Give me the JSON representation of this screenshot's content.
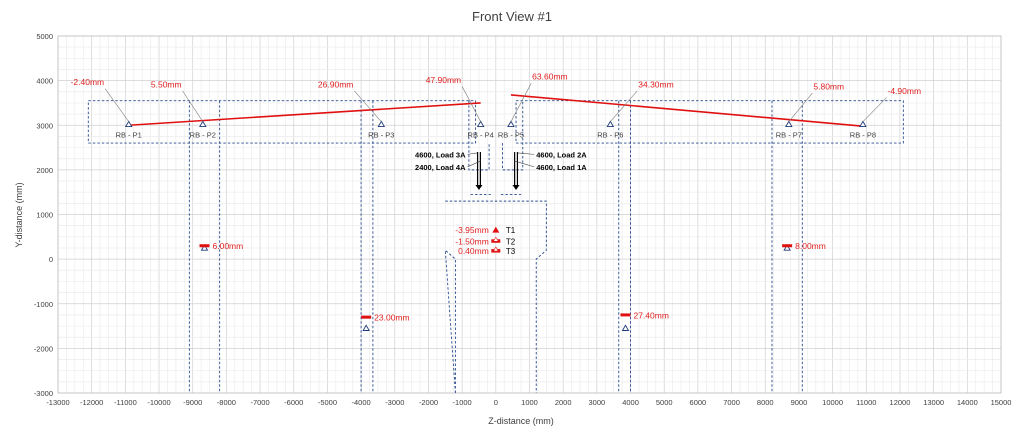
{
  "chart_data": {
    "type": "scatter",
    "title": "Front View #1",
    "xlabel": "Z-distance (mm)",
    "ylabel": "Y-distance (mm)",
    "xlim": [
      -13000,
      15000
    ],
    "ylim": [
      -3000,
      5000
    ],
    "x_ticks": [
      "-13000",
      "-12000",
      "-11000",
      "-10000",
      "-9000",
      "-8000",
      "-7000",
      "-6000",
      "-5000",
      "-4000",
      "-3000",
      "-2000",
      "-1000",
      "0",
      "1000",
      "2000",
      "3000",
      "4000",
      "5000",
      "6000",
      "7000",
      "8000",
      "9000",
      "10000",
      "11000",
      "12000",
      "13000",
      "14000",
      "15000"
    ],
    "y_ticks": [
      "-3000",
      "-2000",
      "-1000",
      "0",
      "1000",
      "2000",
      "3000",
      "4000",
      "5000"
    ],
    "grid": true,
    "reference_points": [
      {
        "label": "RB - P1",
        "x": -10900,
        "y": 3020
      },
      {
        "label": "RB - P2",
        "x": -8700,
        "y": 3020
      },
      {
        "label": "RB - P3",
        "x": -3400,
        "y": 3020
      },
      {
        "label": "RB - P4",
        "x": -450,
        "y": 3020
      },
      {
        "label": "RB - P5",
        "x": 450,
        "y": 3020
      },
      {
        "label": "RB - P6",
        "x": 3400,
        "y": 3020
      },
      {
        "label": "RB - P7",
        "x": 8700,
        "y": 3020
      },
      {
        "label": "RB - P8",
        "x": 10900,
        "y": 3020
      }
    ],
    "column_points": [
      {
        "x": -8650,
        "y": 250
      },
      {
        "x": -3850,
        "y": -1550
      },
      {
        "x": 3850,
        "y": -1550
      },
      {
        "x": 8650,
        "y": 250
      }
    ],
    "deflection_lines": [
      {
        "x": [
          -10900,
          -450
        ],
        "y": [
          3000,
          3500
        ]
      },
      {
        "x": [
          450,
          10900
        ],
        "y": [
          3680,
          2980
        ]
      }
    ],
    "deflection_labels": [
      "-2.40mm",
      "5.50mm",
      "26.90mm",
      "47.90mm",
      "63.60mm",
      "34.30mm",
      "5.80mm",
      "-4.90mm"
    ],
    "column_markers": [
      {
        "x": -8650,
        "y": 300,
        "label": "6.00mm"
      },
      {
        "x": -3850,
        "y": -1300,
        "label": "23.00mm"
      },
      {
        "x": 3850,
        "y": -1250,
        "label": "27.40mm"
      },
      {
        "x": 8650,
        "y": 300,
        "label": "8.00mm"
      }
    ],
    "loads": [
      "4600, Load 3A",
      "2400, Load 4A",
      "4600, Load 2A",
      "4600, Load 1A"
    ],
    "t_points": [
      {
        "x": 0,
        "y": 650,
        "label": "T1",
        "value": "-3.95mm"
      },
      {
        "x": 0,
        "y": 400,
        "label": "T2",
        "value": "-1.50mm"
      },
      {
        "x": 0,
        "y": 180,
        "label": "T3",
        "value": "0.40mm"
      }
    ]
  }
}
